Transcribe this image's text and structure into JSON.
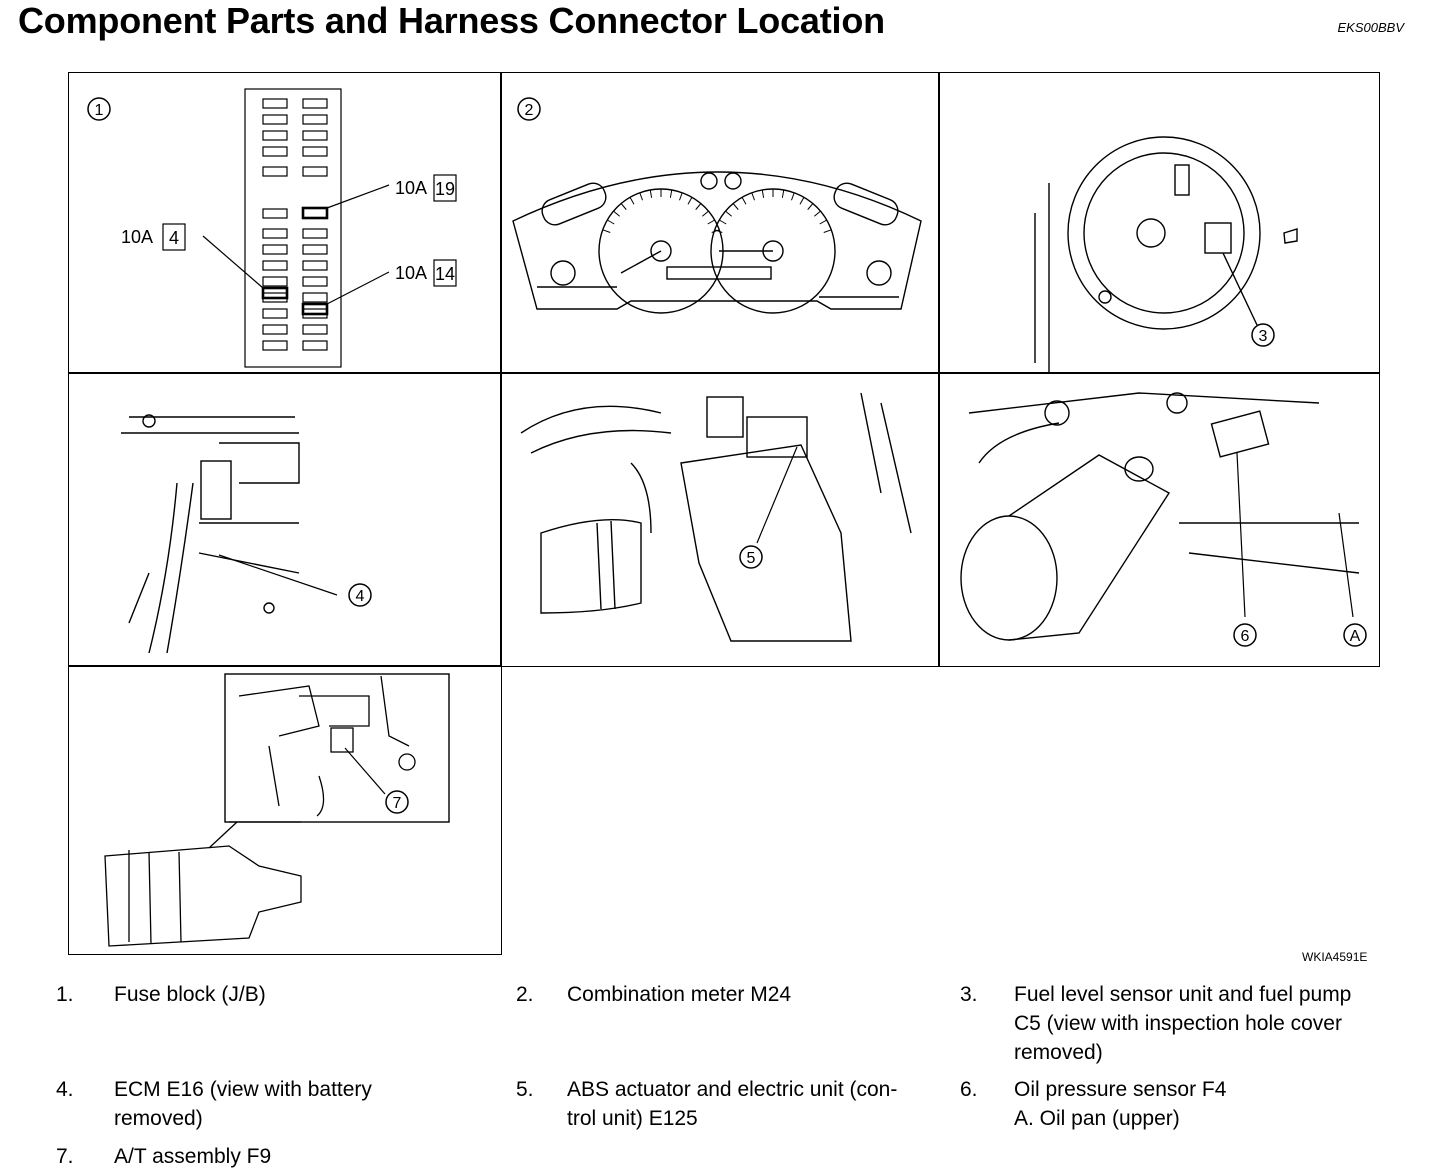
{
  "header": {
    "title": "Component Parts and Harness Connector Location",
    "code": "EKS00BBV"
  },
  "figure_code": "WKIA4591E",
  "panels": {
    "p1": {
      "marker": "1",
      "fuses": [
        {
          "amp": "10A",
          "num": "19"
        },
        {
          "amp": "10A",
          "num": "4"
        },
        {
          "amp": "10A",
          "num": "14"
        }
      ]
    },
    "p2": {
      "marker": "2"
    },
    "p3": {
      "marker": "3"
    },
    "p4": {
      "marker": "4"
    },
    "p5": {
      "marker": "5"
    },
    "p6": {
      "marker": "6",
      "marker_a": "A"
    },
    "p7": {
      "marker": "7"
    }
  },
  "legend": [
    {
      "num": "1.",
      "text": "Fuse block (J/B)"
    },
    {
      "num": "2.",
      "text": "Combination meter M24"
    },
    {
      "num": "3.",
      "text_lines": [
        "Fuel level sensor unit and fuel pump",
        "C5 (view with inspection hole cover",
        "removed)"
      ]
    },
    {
      "num": "4.",
      "text_lines": [
        "ECM E16 (view with battery",
        "removed)"
      ]
    },
    {
      "num": "5.",
      "text_lines": [
        "ABS actuator and electric unit (con-",
        "trol unit) E125"
      ]
    },
    {
      "num": "6.",
      "text_lines": [
        "Oil pressure sensor F4",
        "A. Oil pan (upper)"
      ]
    },
    {
      "num": "7.",
      "text": "A/T assembly F9"
    }
  ]
}
